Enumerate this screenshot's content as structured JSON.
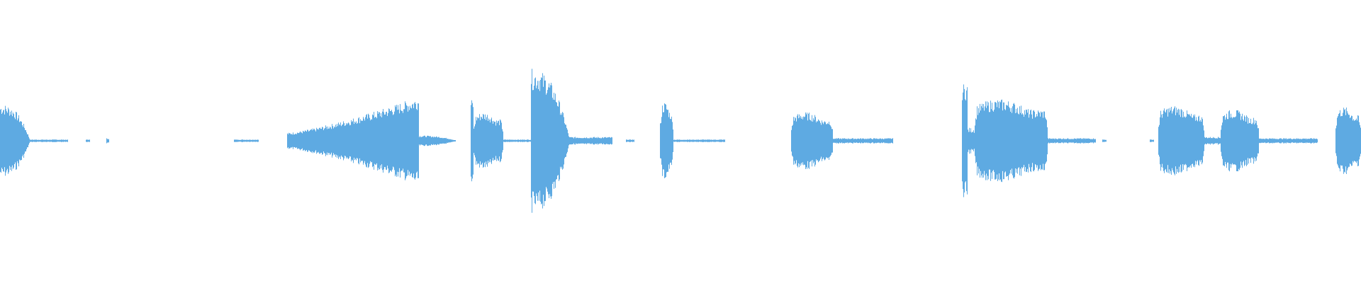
{
  "waveform": {
    "color": "#5eaae2",
    "background": "#ffffff",
    "segments": [
      {
        "start": 0.0,
        "end": 0.022,
        "amp": 0.28,
        "shape": "decay"
      },
      {
        "start": 0.022,
        "end": 0.05,
        "amp": 0.01,
        "shape": "flat"
      },
      {
        "start": 0.063,
        "end": 0.066,
        "amp": 0.01,
        "shape": "flat"
      },
      {
        "start": 0.078,
        "end": 0.08,
        "amp": 0.02,
        "shape": "flat"
      },
      {
        "start": 0.172,
        "end": 0.19,
        "amp": 0.01,
        "shape": "flat"
      },
      {
        "start": 0.211,
        "end": 0.308,
        "amp": 0.34,
        "shape": "ramp-up"
      },
      {
        "start": 0.308,
        "end": 0.335,
        "amp": 0.04,
        "shape": "decay"
      },
      {
        "start": 0.346,
        "end": 0.348,
        "amp": 0.32,
        "shape": "spike"
      },
      {
        "start": 0.348,
        "end": 0.37,
        "amp": 0.22,
        "shape": "burst"
      },
      {
        "start": 0.37,
        "end": 0.39,
        "amp": 0.01,
        "shape": "flat"
      },
      {
        "start": 0.39,
        "end": 0.418,
        "amp": 0.55,
        "shape": "decay"
      },
      {
        "start": 0.418,
        "end": 0.45,
        "amp": 0.03,
        "shape": "flat"
      },
      {
        "start": 0.46,
        "end": 0.466,
        "amp": 0.01,
        "shape": "flat"
      },
      {
        "start": 0.485,
        "end": 0.495,
        "amp": 0.3,
        "shape": "burst"
      },
      {
        "start": 0.495,
        "end": 0.533,
        "amp": 0.01,
        "shape": "flat"
      },
      {
        "start": 0.581,
        "end": 0.612,
        "amp": 0.22,
        "shape": "burst"
      },
      {
        "start": 0.612,
        "end": 0.656,
        "amp": 0.02,
        "shape": "flat"
      },
      {
        "start": 0.707,
        "end": 0.711,
        "amp": 0.44,
        "shape": "spike"
      },
      {
        "start": 0.711,
        "end": 0.716,
        "amp": 0.1,
        "shape": "flat"
      },
      {
        "start": 0.716,
        "end": 0.77,
        "amp": 0.32,
        "shape": "burst"
      },
      {
        "start": 0.77,
        "end": 0.805,
        "amp": 0.02,
        "shape": "flat"
      },
      {
        "start": 0.81,
        "end": 0.813,
        "amp": 0.01,
        "shape": "flat"
      },
      {
        "start": 0.845,
        "end": 0.848,
        "amp": 0.01,
        "shape": "flat"
      },
      {
        "start": 0.851,
        "end": 0.885,
        "amp": 0.27,
        "shape": "burst"
      },
      {
        "start": 0.885,
        "end": 0.897,
        "amp": 0.03,
        "shape": "flat"
      },
      {
        "start": 0.897,
        "end": 0.925,
        "amp": 0.24,
        "shape": "burst"
      },
      {
        "start": 0.925,
        "end": 0.968,
        "amp": 0.02,
        "shape": "flat"
      },
      {
        "start": 0.981,
        "end": 1.0,
        "amp": 0.26,
        "shape": "burst"
      }
    ]
  }
}
